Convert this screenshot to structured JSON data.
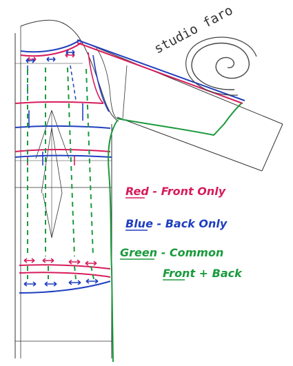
{
  "logo": {
    "text": "studio faro"
  },
  "legend": {
    "red": {
      "label": "Red - Front Only",
      "color": "#d61c5a"
    },
    "blue": {
      "label": "Blue - Back Only",
      "color": "#1f3fbf"
    },
    "green_line1": {
      "label": "Green - Common",
      "color": "#1a9a3c"
    },
    "green_line2": {
      "label": "Front + Back",
      "color": "#1a9a3c"
    }
  },
  "colors": {
    "ink": "#333333",
    "red": "#d61c5a",
    "blue": "#1f3fbf",
    "green": "#1a9a3c"
  }
}
